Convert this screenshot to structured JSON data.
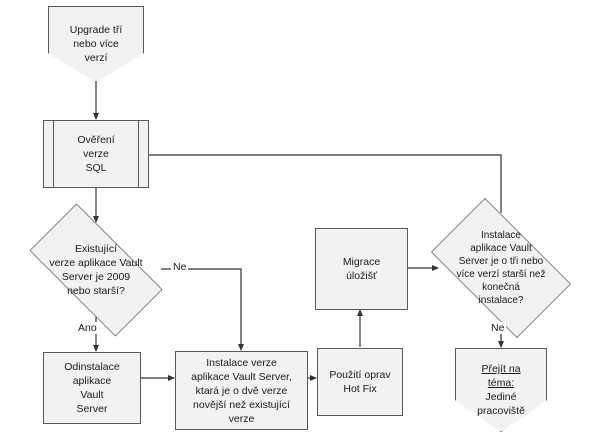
{
  "diagram": {
    "title": "Upgrade Vault Server flowchart",
    "language": "cs",
    "colors": {
      "shape_fill": "#f2f2f2",
      "shape_stroke": "#595959",
      "connector": "#333333",
      "text": "#1a1a1a",
      "background": "#ffffff"
    },
    "nodes": [
      {
        "id": "start",
        "shape": "pentagon",
        "label": "Upgrade tří\nnebo více\nverzí"
      },
      {
        "id": "sql-check",
        "shape": "predefined-process",
        "label": "Ověření\nverze\nSQL"
      },
      {
        "id": "decision-existing-version",
        "shape": "decision",
        "label": "Existující\nverze aplikace Vault\nServer je 2009\nnebo starší?"
      },
      {
        "id": "uninstall",
        "shape": "process",
        "label": "Odinstalace\naplikace\nVault\nServer"
      },
      {
        "id": "install-two-versions-newer",
        "shape": "process",
        "label": "Instalace verze\naplikace Vault Server,\nktará je o dvě verze\nnovější než existující\nverze"
      },
      {
        "id": "hotfix",
        "shape": "process",
        "label": "Použití oprav\nHot Fix"
      },
      {
        "id": "migrate-storage",
        "shape": "process",
        "label": "Migrace\núložišť"
      },
      {
        "id": "decision-three-or-more",
        "shape": "decision",
        "label": "Instalace\naplikace Vault\nServer je o tři nebo\nvíce verzí starší než\nkonečná\ninstalace?"
      },
      {
        "id": "goto-topic",
        "shape": "pentagon",
        "label_link": "Přejít na\ntéma:",
        "label_rest": "Jediné\npracoviště"
      }
    ],
    "edge_labels": {
      "existing_no": "Ne",
      "existing_yes": "Ano",
      "three_or_more_no": "Ne"
    }
  }
}
